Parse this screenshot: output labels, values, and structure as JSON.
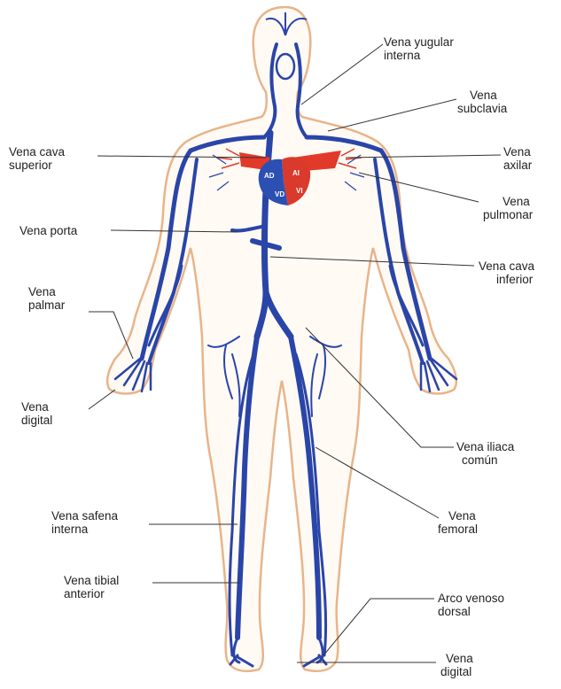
{
  "colors": {
    "vein": "#2a45a8",
    "artery": "#e23a2a",
    "heart_blue": "#2c4fb3",
    "heart_red": "#d93a2b",
    "skin_outline": "#e8b48a",
    "leader_line": "#333333"
  },
  "heart": {
    "chambers": [
      "AD",
      "AI",
      "VD",
      "VI"
    ]
  },
  "labels": {
    "yugular": [
      "Vena yugular",
      "interna"
    ],
    "subclavia": [
      "Vena",
      "subclavia"
    ],
    "cava_superior": [
      "Vena cava",
      "superior"
    ],
    "axilar": [
      "Vena",
      "axilar"
    ],
    "pulmonar": [
      "Vena",
      "pulmonar"
    ],
    "porta": [
      "Vena porta"
    ],
    "cava_inferior": [
      "Vena cava",
      "inferior"
    ],
    "palmar": [
      "Vena",
      "palmar"
    ],
    "digital_mano": [
      "Vena",
      "digital"
    ],
    "iliaca": [
      "Vena iliaca",
      "común"
    ],
    "safena": [
      "Vena safena",
      "interna"
    ],
    "femoral": [
      "Vena",
      "femoral"
    ],
    "tibial": [
      "Vena tibial",
      "anterior"
    ],
    "arco": [
      "Arco venoso",
      "dorsal"
    ],
    "digital_pie": [
      "Vena",
      "digital"
    ]
  }
}
